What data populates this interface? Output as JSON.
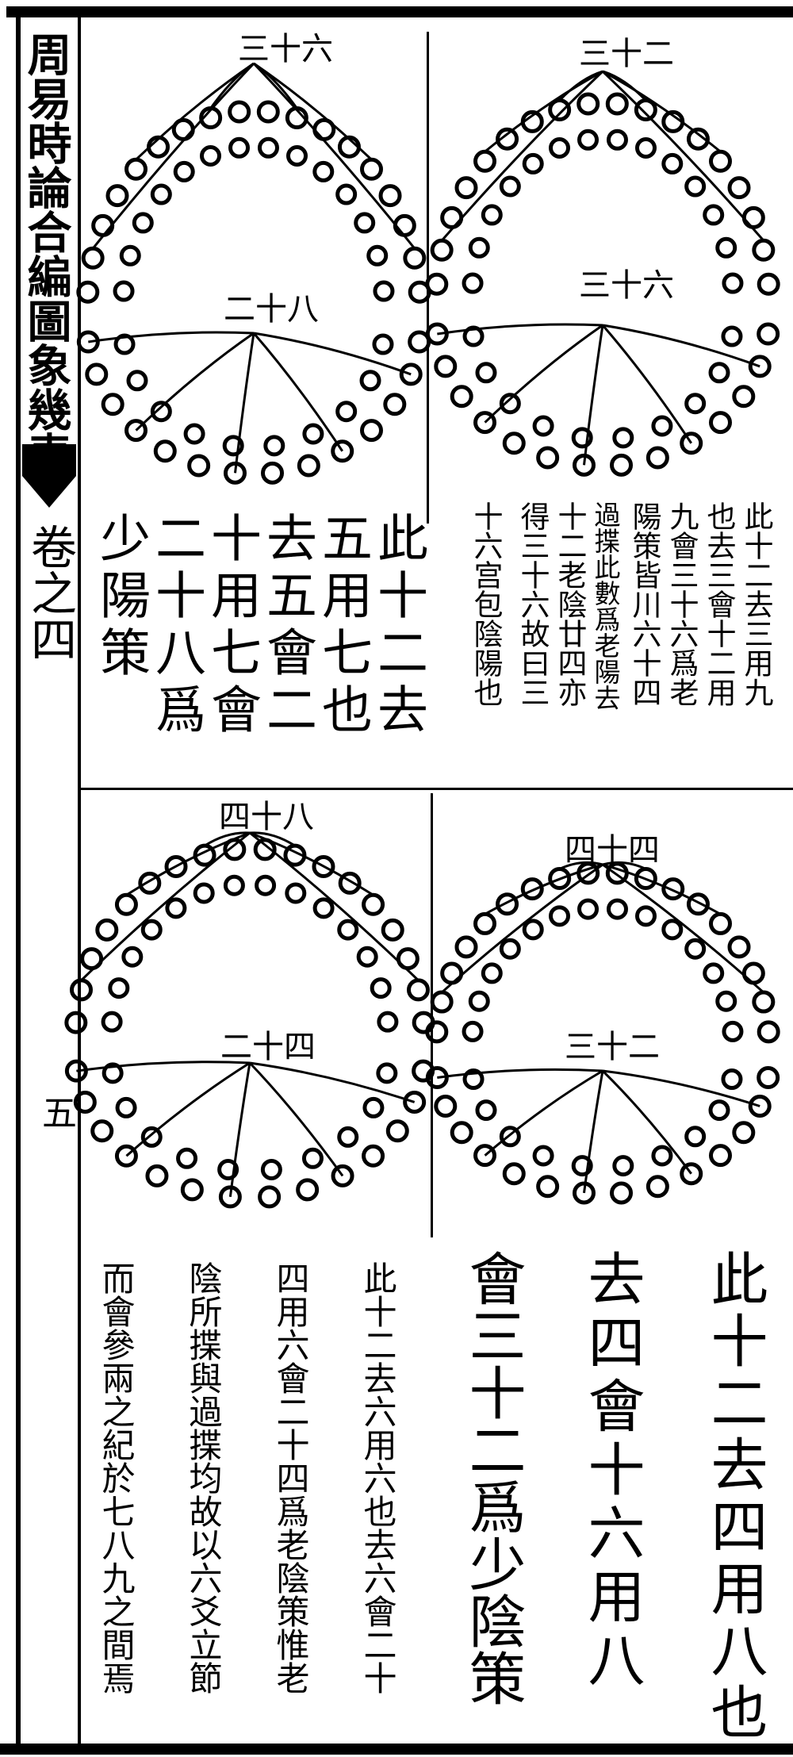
{
  "margin_title": "周易時論合編圖象幾表",
  "margin_volume": "卷之四",
  "page_number": "五",
  "diagrams": {
    "upper_left": {
      "top_label": "三十六",
      "center_label": "二十八"
    },
    "upper_right": {
      "top_label": "三十二",
      "center_label": "三十六"
    },
    "lower_left": {
      "top_label": "四十八",
      "center_label": "二十四"
    },
    "lower_right": {
      "top_label": "四十四",
      "center_label": "三十二"
    }
  },
  "upper_text": {
    "right_block": [
      "此十二去三用九",
      "也去三會十二用",
      "九會三十六爲老",
      "陽策皆川六十四",
      "過揲此數爲老陽去",
      "十二老陰廿四亦",
      "得三十六故曰三",
      "十六宫包陰陽也"
    ],
    "left_block": [
      "此十二去",
      "五用七也",
      "去五會二",
      "十用七會",
      "二十八爲",
      "少陽策"
    ]
  },
  "lower_text": {
    "right_block": [
      "此十二去四用八也",
      "去四會十六用八",
      "會三十二爲少陰策"
    ],
    "left_block": [
      "此十二去六用六也去六會二十",
      "四用六會二十四爲老陰策惟老",
      "陰所揲與過揲均故以六爻立節",
      "而會參兩之紀於七八九之間焉"
    ]
  }
}
